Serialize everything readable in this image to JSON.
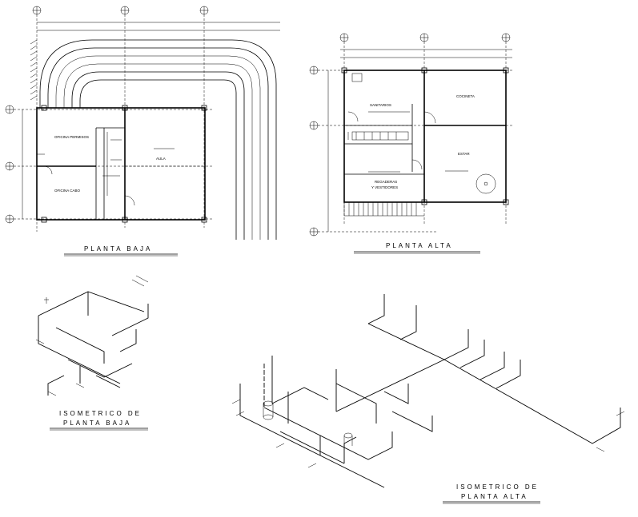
{
  "drawings": {
    "planta_baja": {
      "title": "PLANTA BAJA",
      "rooms": {
        "oficina_permisos": "OFICINA PERMISOS",
        "oficina_cabo": "OFICINA CABO",
        "aula": "AULA"
      }
    },
    "planta_alta": {
      "title": "PLANTA ALTA",
      "rooms": {
        "sanitarios": "SANITARIOS",
        "cocineta": "COCINETA",
        "estar": "ESTAR",
        "regaderas": "REGADERAS",
        "vestidores": "Y VESTIDORES"
      }
    },
    "iso_baja": {
      "title_line1": "ISOMETRICO DE",
      "title_line2": "PLANTA BAJA"
    },
    "iso_alta": {
      "title_line1": "ISOMETRICO DE",
      "title_line2": "PLANTA ALTA"
    }
  }
}
